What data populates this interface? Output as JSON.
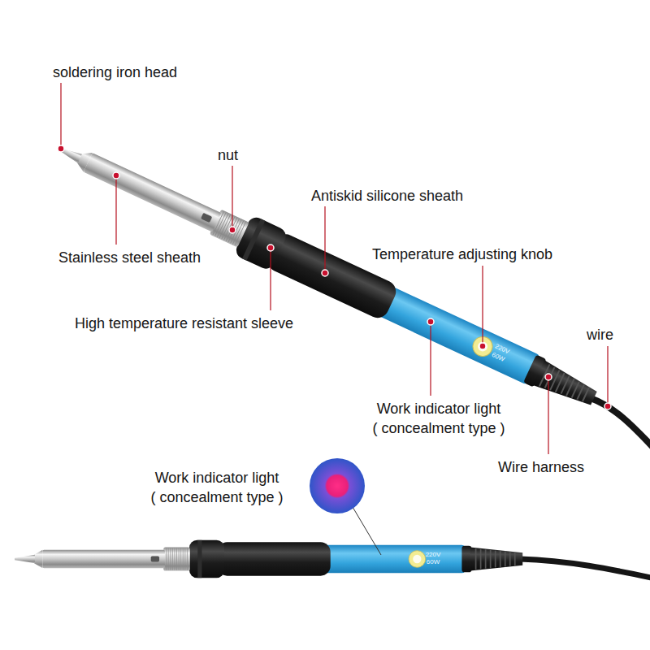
{
  "diagram": {
    "labels": [
      "soldering iron head",
      "nut",
      "Antiskid silicone sheath",
      "Stainless steel sheath",
      "Temperature adjusting knob",
      "High temperature resistant sleeve",
      "wire",
      "Work indicator light ( concealment type )",
      "Wire harness",
      "Work indicator light ( concealment type )",
      "220V",
      "60W",
      "220V",
      "60W"
    ]
  }
}
